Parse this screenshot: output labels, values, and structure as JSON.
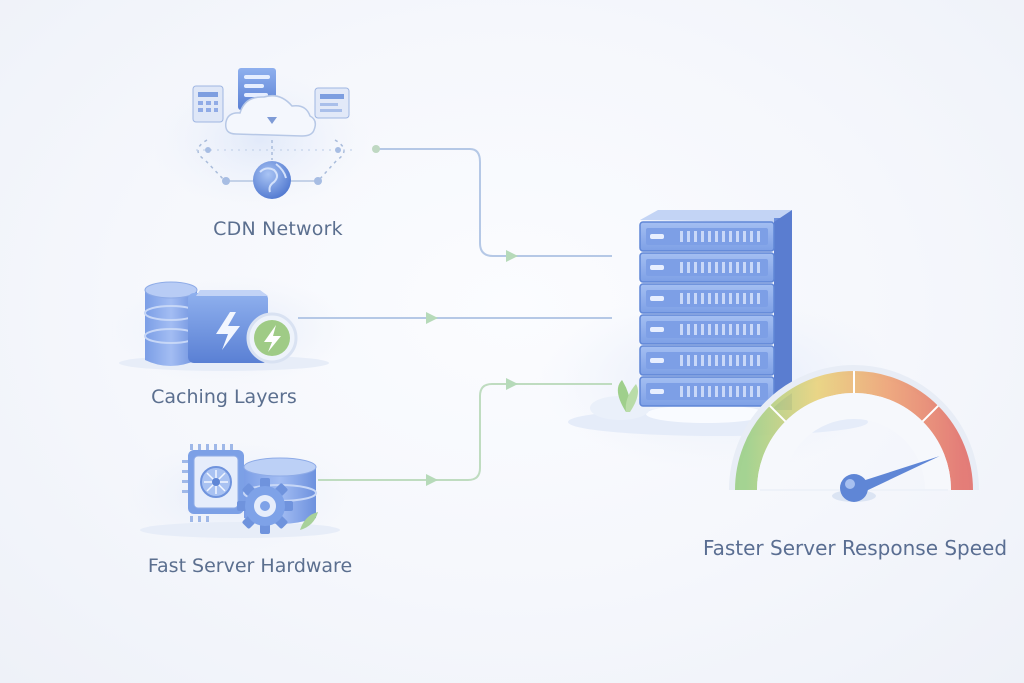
{
  "diagram": {
    "sources": [
      {
        "id": "cdn",
        "label": "CDN Network",
        "icon": "cdn-network-icon"
      },
      {
        "id": "cache",
        "label": "Caching Layers",
        "icon": "database-lightning-icon"
      },
      {
        "id": "hardware",
        "label": "Fast Server Hardware",
        "icon": "hardware-gear-icon"
      }
    ],
    "target": {
      "label": "Faster Server Response Speed",
      "icons": [
        "server-rack-icon",
        "speedometer-gauge-icon"
      ]
    },
    "gauge": {
      "zones": [
        "green",
        "yellow",
        "orange",
        "red"
      ],
      "needle_level": 0.88
    }
  },
  "colors": {
    "primary_blue": "#5f86d6",
    "connector_blue": "#b5c8e6",
    "connector_green": "#bfdcc0",
    "label_text": "#5b6f8f",
    "gauge_green": "#9bcf86",
    "gauge_yellow": "#e9d27a",
    "gauge_orange": "#eda072",
    "gauge_red": "#e2706a"
  }
}
